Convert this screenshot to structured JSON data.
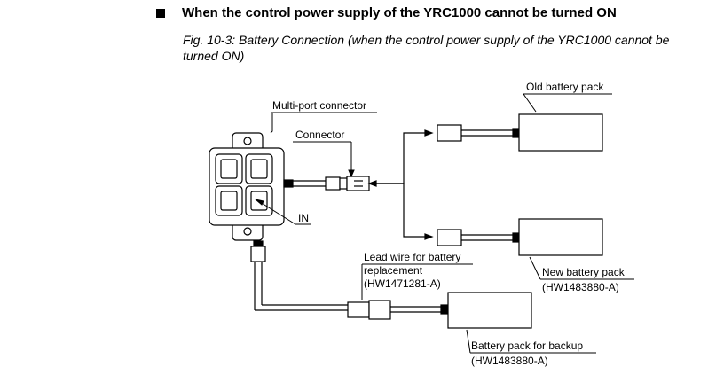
{
  "heading": "When the control power supply of the YRC1000 cannot be turned ON",
  "caption": "Fig. 10-3: Battery Connection (when the control power supply of the YRC1000 cannot be turned ON)",
  "labels": {
    "old_battery": "Old battery pack",
    "multiport": "Multi-port connector",
    "connector": "Connector",
    "in": "IN",
    "lead_wire_1": "Lead wire for battery",
    "lead_wire_2": "replacement",
    "lead_wire_3": "(HW1471281-A)",
    "new_battery_1": "New battery pack",
    "new_battery_2": "(HW1483880-A)",
    "backup_battery_1": "Battery pack for backup",
    "backup_battery_2": "(HW1483880-A)"
  }
}
